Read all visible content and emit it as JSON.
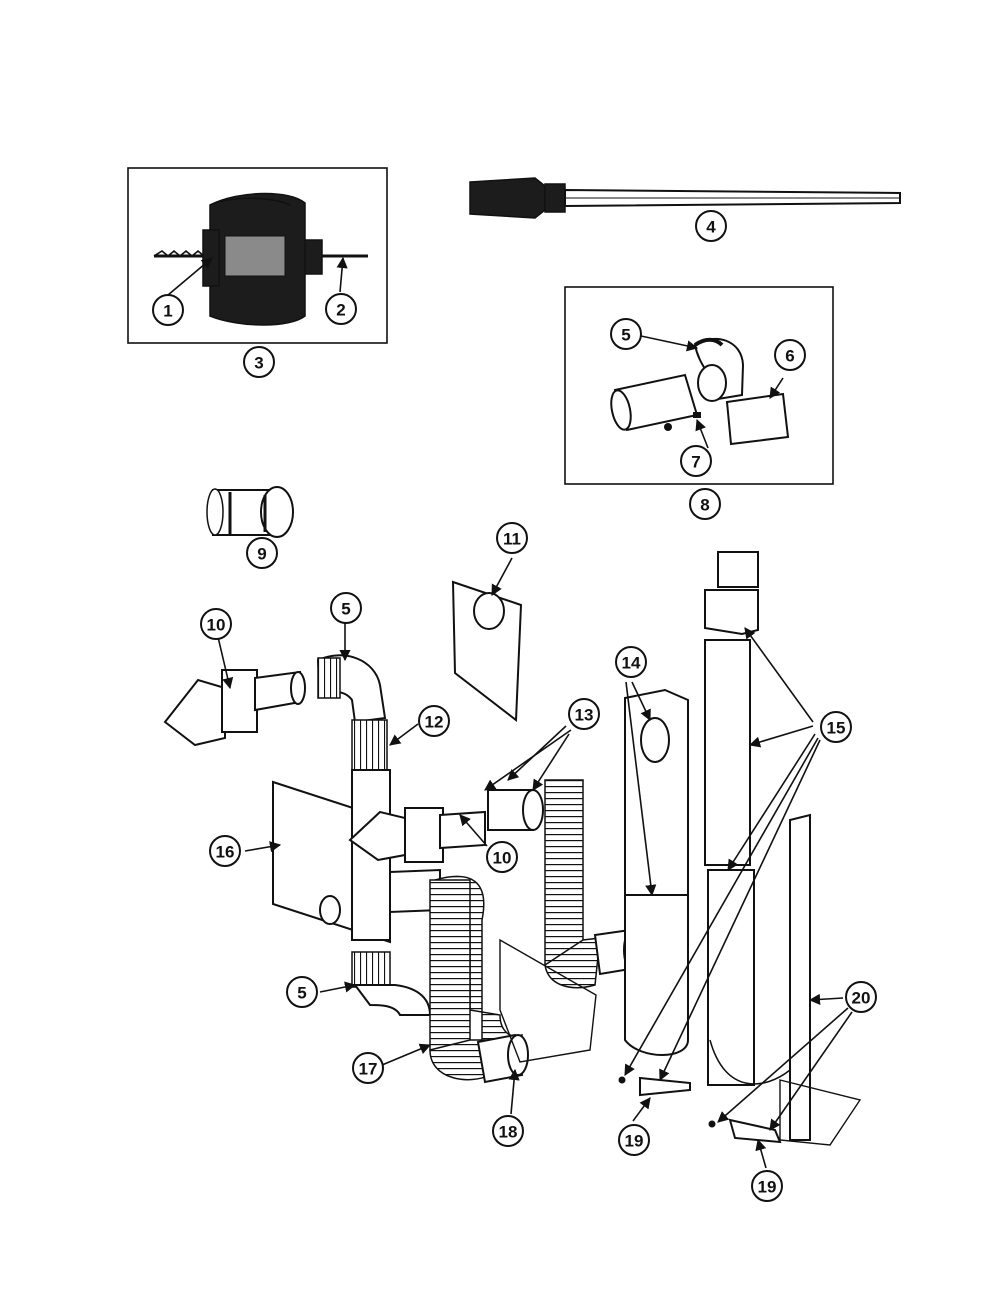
{
  "callouts": [
    {
      "id": "c1",
      "label": "1"
    },
    {
      "id": "c2",
      "label": "2"
    },
    {
      "id": "c3",
      "label": "3"
    },
    {
      "id": "c4",
      "label": "4"
    },
    {
      "id": "c5a",
      "label": "5"
    },
    {
      "id": "c6",
      "label": "6"
    },
    {
      "id": "c7",
      "label": "7"
    },
    {
      "id": "c8",
      "label": "8"
    },
    {
      "id": "c9",
      "label": "9"
    },
    {
      "id": "c10a",
      "label": "10"
    },
    {
      "id": "c5b",
      "label": "5"
    },
    {
      "id": "c11",
      "label": "11"
    },
    {
      "id": "c12",
      "label": "12"
    },
    {
      "id": "c13",
      "label": "13"
    },
    {
      "id": "c14",
      "label": "14"
    },
    {
      "id": "c15",
      "label": "15"
    },
    {
      "id": "c16",
      "label": "16"
    },
    {
      "id": "c10b",
      "label": "10"
    },
    {
      "id": "c5c",
      "label": "5"
    },
    {
      "id": "c17",
      "label": "17"
    },
    {
      "id": "c18",
      "label": "18"
    },
    {
      "id": "c19a",
      "label": "19"
    },
    {
      "id": "c19b",
      "label": "19"
    },
    {
      "id": "c20",
      "label": "20"
    }
  ]
}
